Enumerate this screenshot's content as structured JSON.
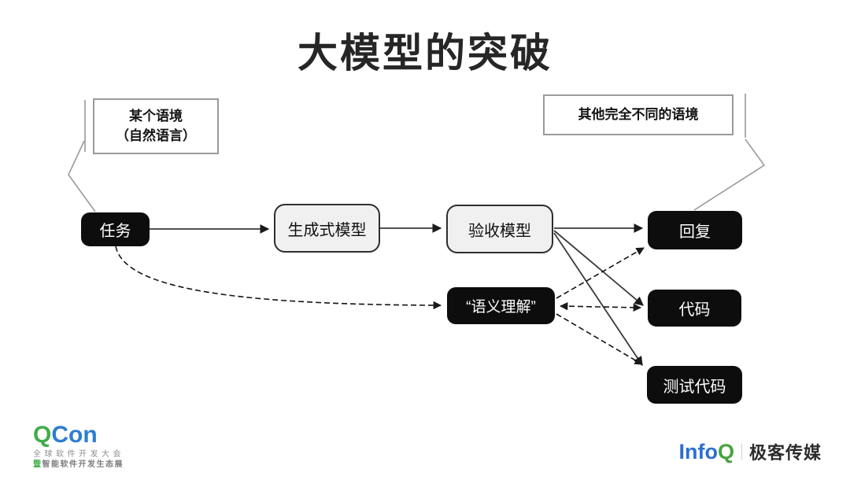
{
  "title": "大模型的突破",
  "callout_left": {
    "line1": "某个语境",
    "line2": "（自然语言）"
  },
  "callout_right": {
    "label": "其他完全不同的语境"
  },
  "nodes": {
    "task": {
      "label": "任务",
      "style": "black"
    },
    "generative": {
      "label": "生成式模型",
      "style": "light"
    },
    "acceptance": {
      "label": "验收模型",
      "style": "light"
    },
    "reply": {
      "label": "回复",
      "style": "black"
    },
    "code": {
      "label": "代码",
      "style": "black"
    },
    "test_code": {
      "label": "测试代码",
      "style": "black"
    },
    "semantic": {
      "label": "“语义理解”",
      "style": "black"
    }
  },
  "edges": [
    {
      "from": "task",
      "to": "generative",
      "style": "solid",
      "arrows": "to"
    },
    {
      "from": "generative",
      "to": "acceptance",
      "style": "solid",
      "arrows": "to"
    },
    {
      "from": "acceptance",
      "to": "reply",
      "style": "solid",
      "arrows": "to"
    },
    {
      "from": "acceptance",
      "to": "code",
      "style": "solid",
      "arrows": "to"
    },
    {
      "from": "acceptance",
      "to": "test_code",
      "style": "solid",
      "arrows": "to"
    },
    {
      "from": "task",
      "to": "semantic",
      "style": "dashed-curve",
      "arrows": "to"
    },
    {
      "from": "semantic",
      "to": "reply",
      "style": "dashed",
      "arrows": "to"
    },
    {
      "from": "semantic",
      "to": "code",
      "style": "dashed",
      "arrows": "both"
    },
    {
      "from": "semantic",
      "to": "test_code",
      "style": "dashed",
      "arrows": "to"
    }
  ],
  "footer": {
    "qcon": {
      "logo_q": "Q",
      "logo_rest": "Con",
      "tagline1": "全球软件开发大会",
      "tagline2_first": "暨",
      "tagline2_rest": "智能软件开发生态展"
    },
    "infoq": {
      "logo_info": "Info",
      "logo_q": "Q",
      "brand": "极客传媒"
    }
  },
  "colors": {
    "node_black": "#0d0d0d",
    "node_light_fill": "#f0f0f0",
    "node_light_border": "#2e2e2e",
    "callout_border": "#9a9a9a",
    "arrow": "#1a1a1a",
    "qcon_green": "#3fae49",
    "qcon_blue": "#2d7dd2",
    "infoq_blue": "#2d6fd2",
    "infoq_green": "#47a23f"
  }
}
